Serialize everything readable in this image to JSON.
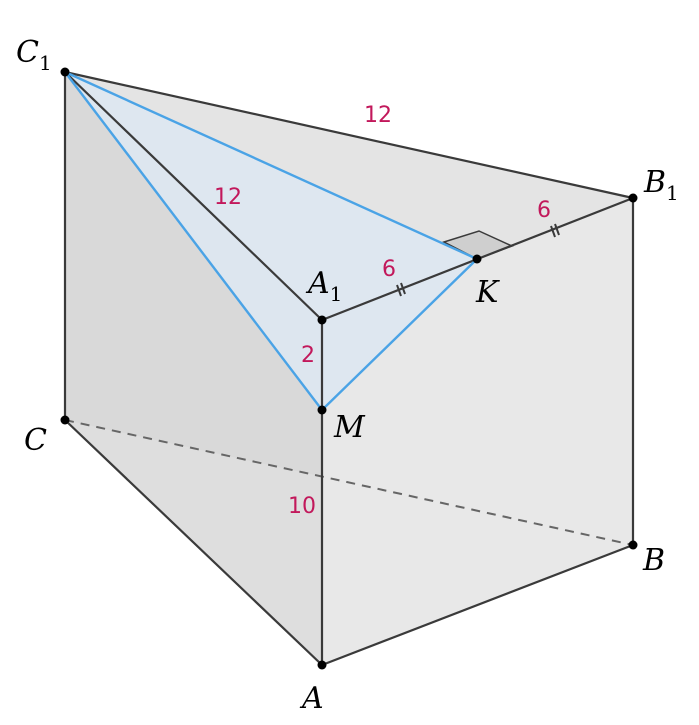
{
  "points": {
    "C1": {
      "letter": "C",
      "sub": "1"
    },
    "B1": {
      "letter": "B",
      "sub": "1"
    },
    "A1": {
      "letter": "A",
      "sub": "1"
    },
    "K": {
      "letter": "K"
    },
    "M": {
      "letter": "M"
    },
    "C": {
      "letter": "C"
    },
    "B": {
      "letter": "B"
    },
    "A": {
      "letter": "A"
    }
  },
  "lengths": {
    "C1B1": "12",
    "C1A1": "12",
    "A1K": "6",
    "KB1": "6",
    "A1M": "2",
    "MA": "10"
  },
  "colors": {
    "edge": "#3a3a3a",
    "hidden_edge": "#666666",
    "section": "#4aa3e6",
    "section_fill": "#dde7f0",
    "length_label": "#c2185b",
    "face_top": "#e6e6e6",
    "face_back": "#ebebeb",
    "face_left": "#d9d9d9",
    "face_bottom": "#dedede"
  }
}
